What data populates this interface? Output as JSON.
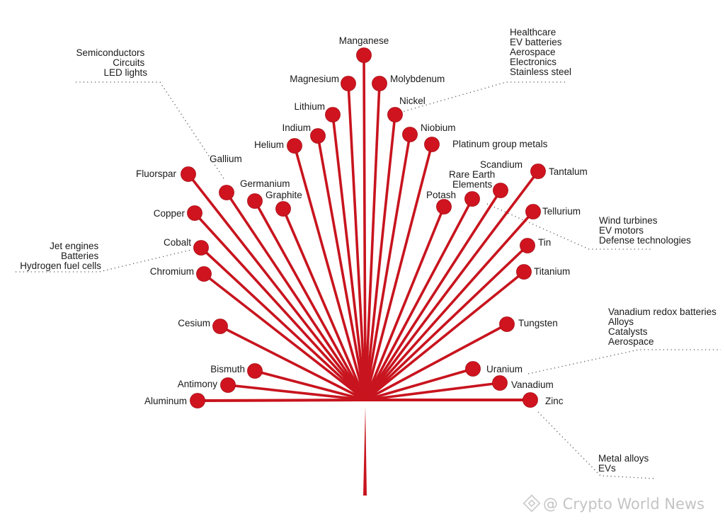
{
  "elements": [
    {
      "id": "manganese",
      "label": "Manganese",
      "color": "#d0141f"
    },
    {
      "id": "magnesium",
      "label": "Magnesium",
      "color": "#d0141f"
    },
    {
      "id": "molybdenum",
      "label": "Molybdenum",
      "color": "#d0141f"
    },
    {
      "id": "lithium",
      "label": "Lithium",
      "color": "#d0141f"
    },
    {
      "id": "nickel",
      "label": "Nickel",
      "color": "#d0141f"
    },
    {
      "id": "indium",
      "label": "Indium",
      "color": "#d0141f"
    },
    {
      "id": "niobium",
      "label": "Niobium",
      "color": "#d0141f"
    },
    {
      "id": "helium",
      "label": "Helium",
      "color": "#d0141f"
    },
    {
      "id": "platinum",
      "label": "Platinum group metals",
      "color": "#d0141f"
    },
    {
      "id": "gallium",
      "label": "Gallium",
      "color": "#d0141f"
    },
    {
      "id": "fluorspar",
      "label": "Fluorspar",
      "color": "#d0141f"
    },
    {
      "id": "germanium",
      "label": "Germanium",
      "color": "#d0141f"
    },
    {
      "id": "graphite",
      "label": "Graphite",
      "color": "#d0141f"
    },
    {
      "id": "scandium",
      "label": "Scandium",
      "color": "#d0141f"
    },
    {
      "id": "tantalum",
      "label": "Tantalum",
      "color": "#d0141f"
    },
    {
      "id": "rare-earth",
      "label": "Rare Earth Elements",
      "color": "#d0141f"
    },
    {
      "id": "potash",
      "label": "Potash",
      "color": "#d0141f"
    },
    {
      "id": "copper",
      "label": "Copper",
      "color": "#d0141f"
    },
    {
      "id": "tellurium",
      "label": "Tellurium",
      "color": "#d0141f"
    },
    {
      "id": "cobalt",
      "label": "Cobalt",
      "color": "#d0141f"
    },
    {
      "id": "tin",
      "label": "Tin",
      "color": "#d0141f"
    },
    {
      "id": "chromium",
      "label": "Chromium",
      "color": "#d0141f"
    },
    {
      "id": "titanium",
      "label": "Titanium",
      "color": "#d0141f"
    },
    {
      "id": "cesium",
      "label": "Cesium",
      "color": "#d0141f"
    },
    {
      "id": "tungsten",
      "label": "Tungsten",
      "color": "#d0141f"
    },
    {
      "id": "bismuth",
      "label": "Bismuth",
      "color": "#d0141f"
    },
    {
      "id": "uranium",
      "label": "Uranium",
      "color": "#d0141f"
    },
    {
      "id": "antimony",
      "label": "Antimony",
      "color": "#d0141f"
    },
    {
      "id": "vanadium",
      "label": "Vanadium",
      "color": "#d0141f"
    },
    {
      "id": "aluminum",
      "label": "Aluminum",
      "color": "#d0141f"
    },
    {
      "id": "zinc",
      "label": "Zinc",
      "color": "#d0141f"
    }
  ],
  "annotations": {
    "semiconductors": [
      "Semiconductors",
      "Circuits",
      "LED lights"
    ],
    "healthcare": [
      "Healthcare",
      "EV batteries",
      "Aerospace",
      "Electronics",
      "Stainless steel"
    ],
    "jet": [
      "Jet engines",
      "Batteries",
      "Hydrogen fuel cells"
    ],
    "wind": [
      "Wind turbines",
      "EV motors",
      "Defense technologies"
    ],
    "vanadium": [
      "Vanadium redox batteries",
      "Alloys",
      "Catalysts",
      "Aerospace"
    ],
    "metal": [
      "Metal alloys",
      "EVs"
    ]
  },
  "watermark": "@ Crypto World News",
  "colors": {
    "ray": "#c8141e",
    "dot": "#d0141f",
    "text": "#1a1a1a",
    "watermark": "#c4c4c4"
  }
}
